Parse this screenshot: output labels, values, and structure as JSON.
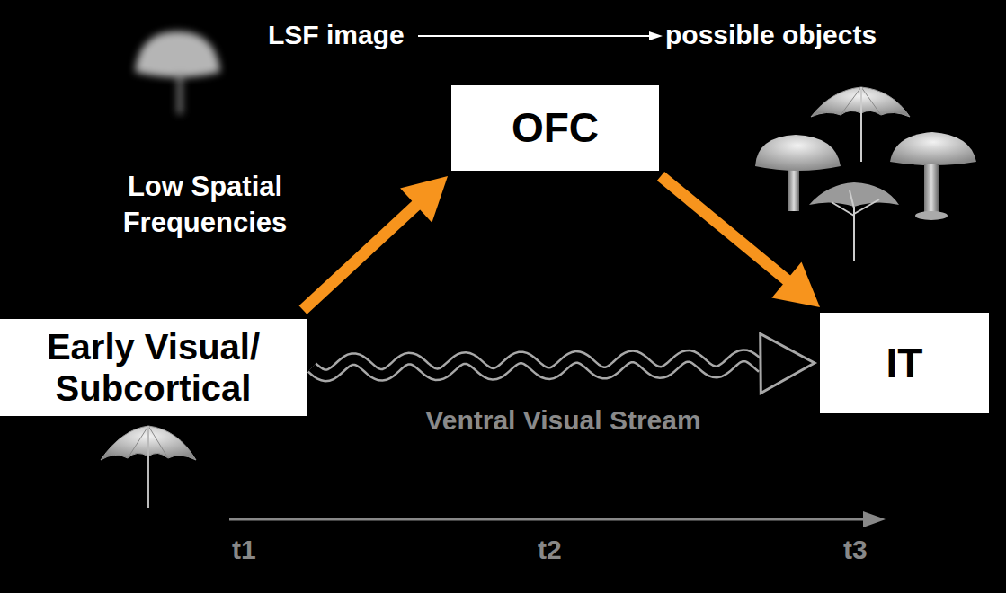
{
  "diagram": {
    "nodes": [
      {
        "text": [
          "Early Visual/ Subcortical"
        ]
      },
      {
        "text": [
          "OFC"
        ]
      },
      {
        "text": [
          "IT"
        ]
      }
    ],
    "edges": [
      {
        "from": 0,
        "to": 1,
        "arrow": "to"
      },
      {
        "from": 1,
        "to": 2,
        "arrow": "to"
      },
      {
        "from": 0,
        "to": 2,
        "arrow": "to",
        "label": "Ventral Visual Stream"
      }
    ],
    "labels": [
      "LSF image",
      "possible objects",
      "Low Spatial Frequencies",
      "t1",
      "t2",
      "t3"
    ]
  }
}
